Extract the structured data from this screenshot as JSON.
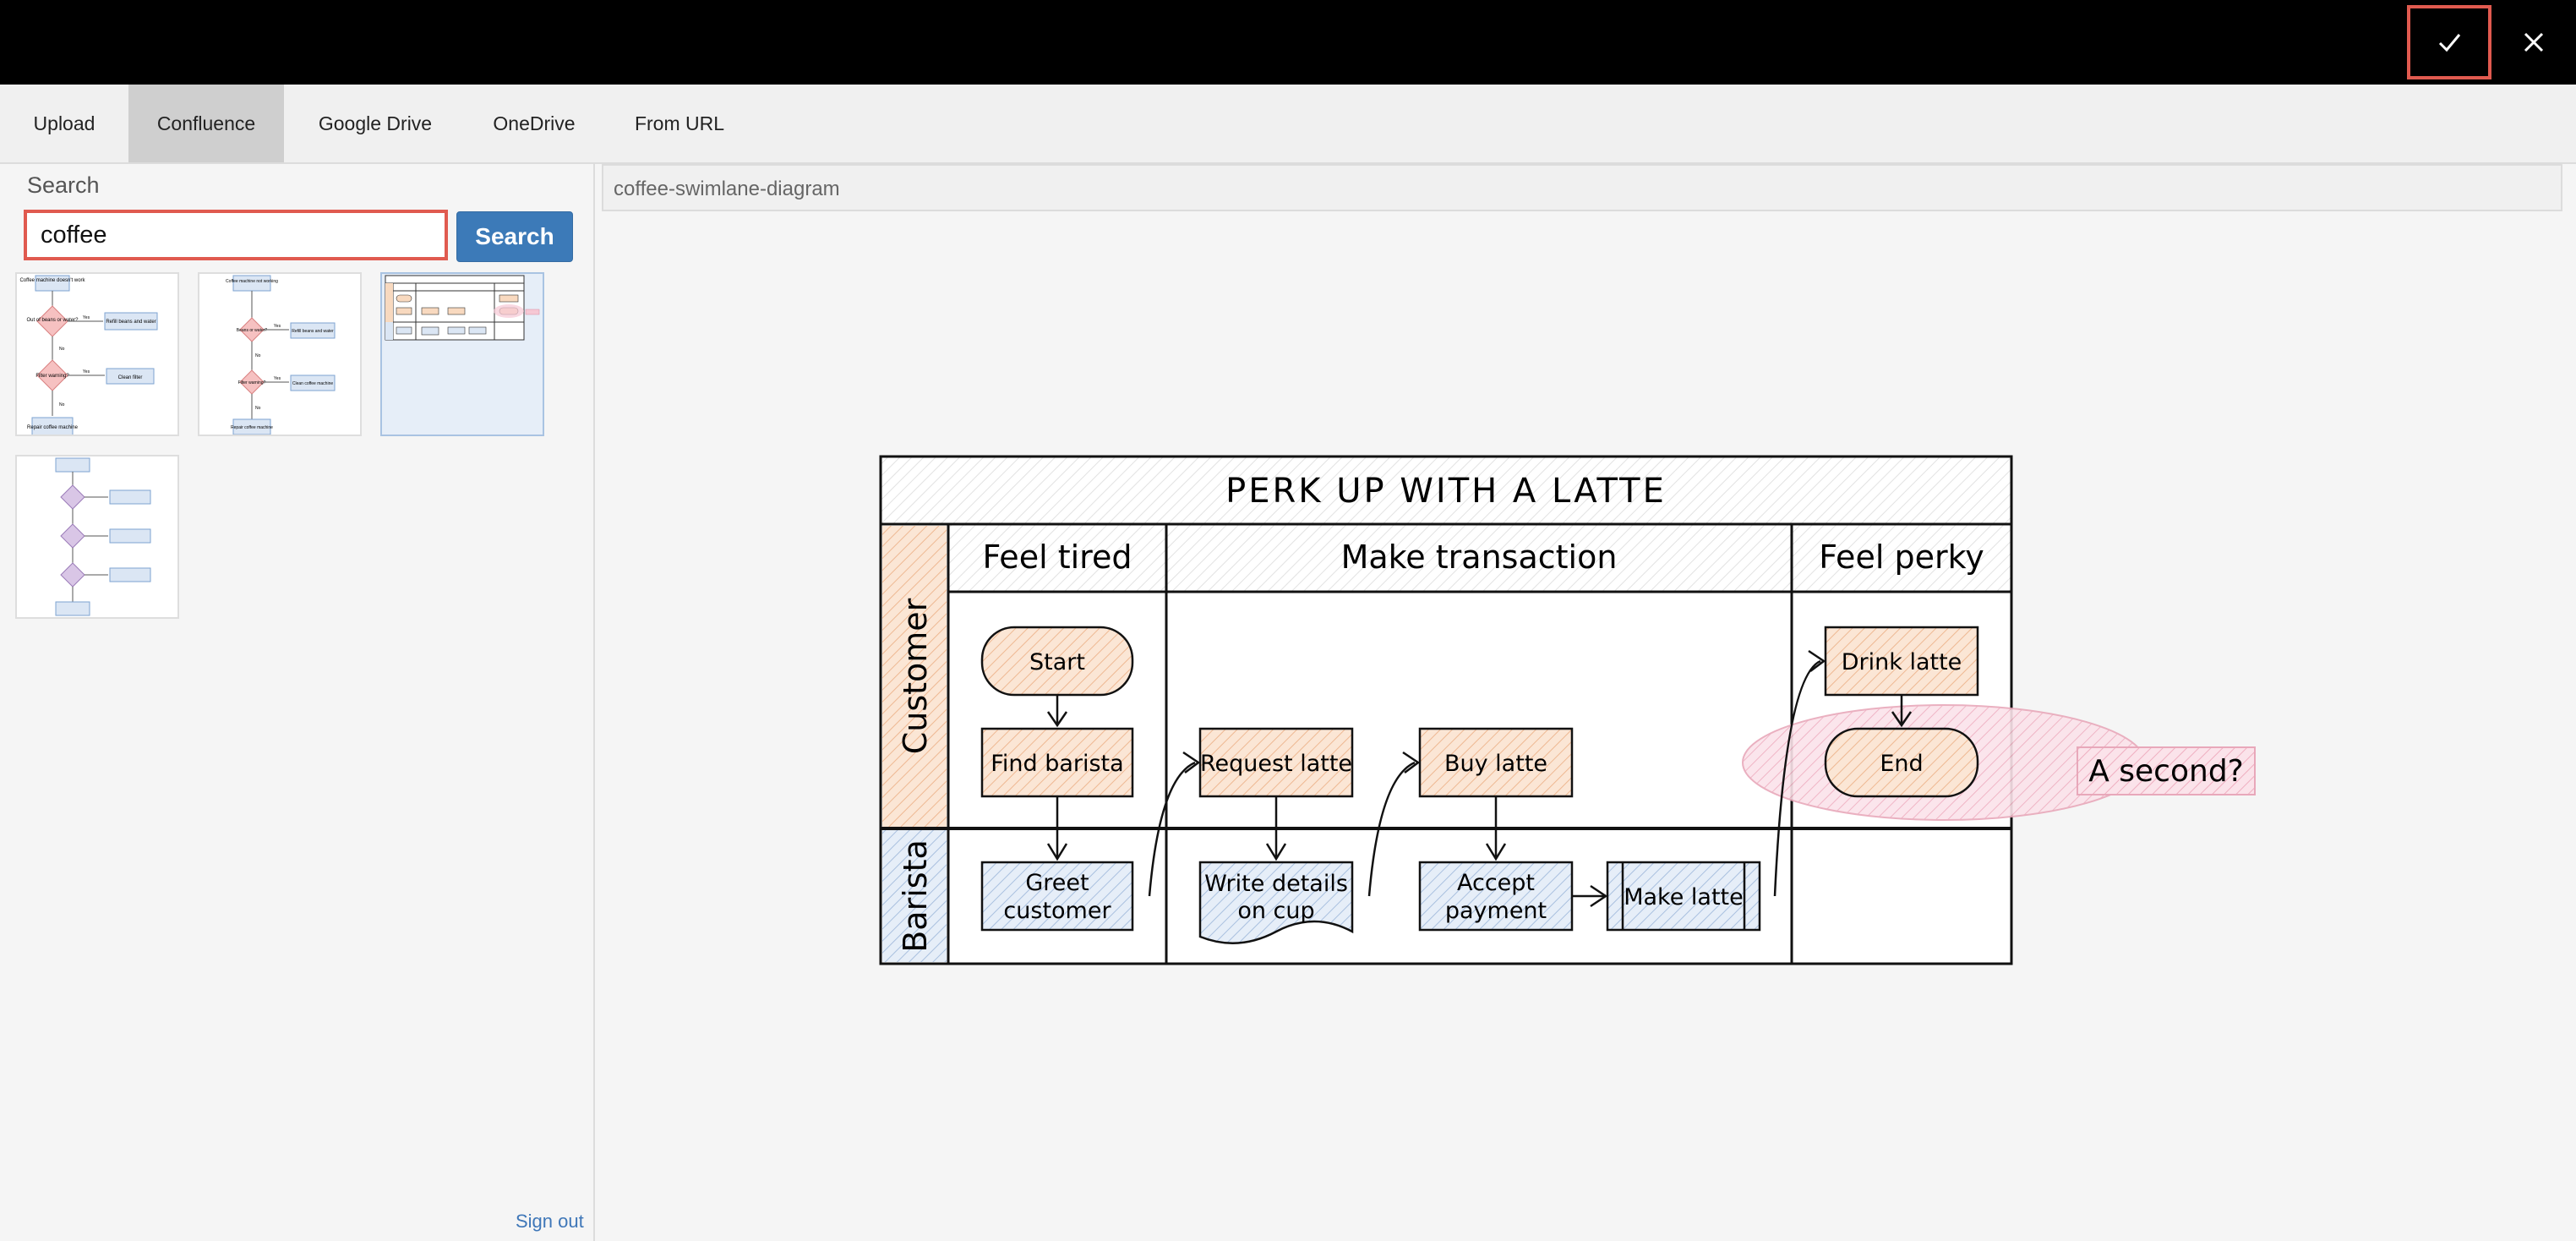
{
  "tabs": [
    {
      "label": "Upload",
      "active": false
    },
    {
      "label": "Confluence",
      "active": true
    },
    {
      "label": "Google Drive",
      "active": false
    },
    {
      "label": "OneDrive",
      "active": false
    },
    {
      "label": "From URL",
      "active": false
    }
  ],
  "search": {
    "label": "Search",
    "value": "coffee",
    "button_label": "Search"
  },
  "sidebar": {
    "sign_out": "Sign out"
  },
  "selected_file": {
    "title": "coffee-swimlane-diagram"
  },
  "icons": {
    "confirm": "check-icon",
    "close": "close-icon"
  },
  "colors": {
    "highlight": "#e05a4f",
    "primary_button": "#3c7ab8",
    "selected_thumb": "#e6eef8"
  },
  "thumbnails": [
    {
      "name": "thumb-coffee-machine-flowchart",
      "selected": false,
      "labels": [
        "Coffee machine doesn't work",
        "Out of beans or water?",
        "Yes",
        "Refill beans and water",
        "No",
        "Filter warning?",
        "Yes",
        "Clean filter",
        "No",
        "Repair coffee machine"
      ]
    },
    {
      "name": "thumb-coffee-machine-flowchart-2",
      "selected": false,
      "labels": [
        "Coffee machine not working",
        "Beans or water?",
        "Yes",
        "Refill beans and water",
        "No",
        "Filter warning?",
        "Yes",
        "Clean coffee machine",
        "No",
        "Repair coffee machine"
      ]
    },
    {
      "name": "thumb-coffee-swimlane-diagram",
      "selected": true,
      "labels": []
    },
    {
      "name": "thumb-coffee-flowchart-purple",
      "selected": false,
      "labels": []
    }
  ],
  "diagram": {
    "title": "PERK UP WITH A LATTE",
    "lanes": [
      "Customer",
      "Barista"
    ],
    "phases": [
      "Feel tired",
      "Make transaction",
      "Feel perky"
    ],
    "steps": {
      "start": "Start",
      "find_barista": "Find barista",
      "request_latte": "Request latte",
      "buy_latte": "Buy latte",
      "drink_latte": "Drink latte",
      "end": "End",
      "greet_line1": "Greet",
      "greet_line2": "customer",
      "write_line1": "Write details",
      "write_line2": "on cup",
      "accept_line1": "Accept",
      "accept_line2": "payment",
      "make_latte": "Make latte"
    },
    "annotation": "A second?",
    "colors": {
      "customer_fill": "#f8d9bf",
      "barista_fill": "#dbe6f4",
      "annotation_fill": "#f6c8d4"
    }
  }
}
